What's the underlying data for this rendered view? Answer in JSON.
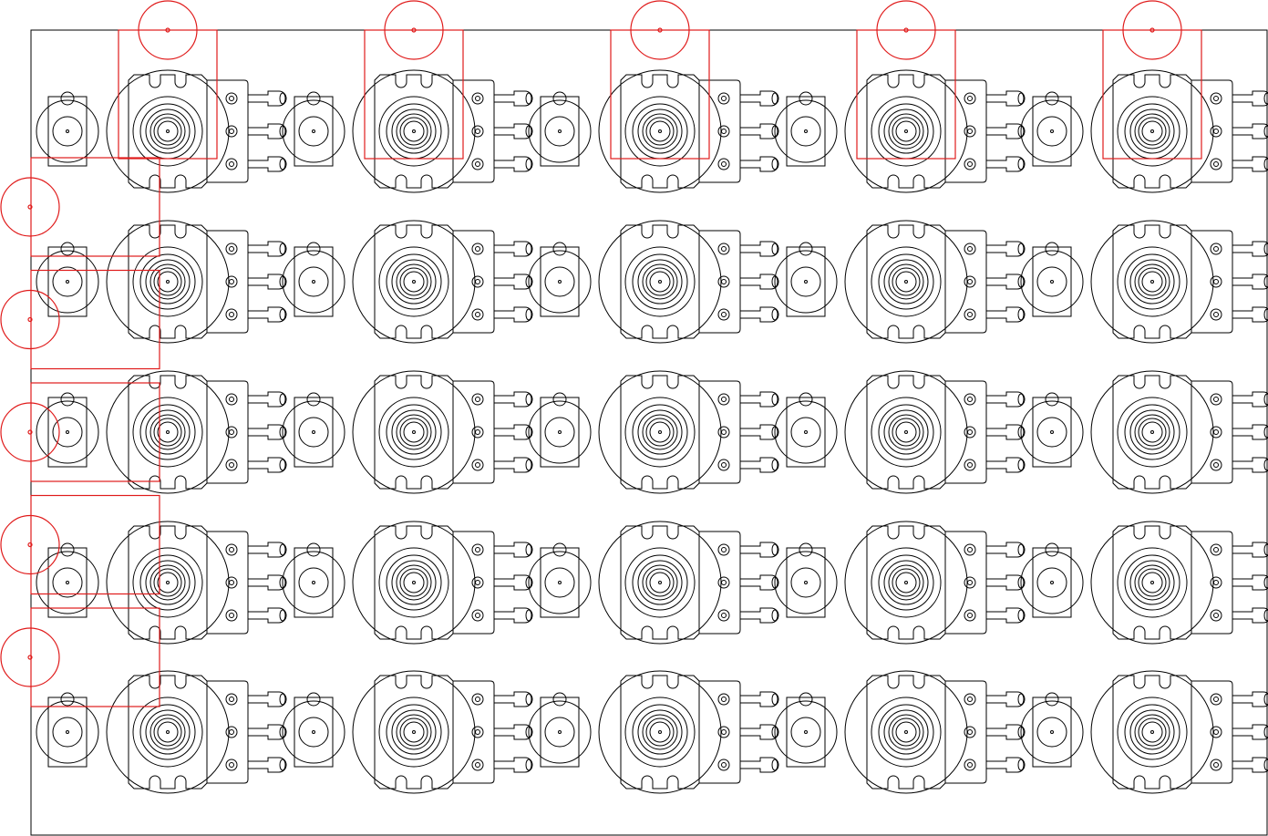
{
  "drawing": {
    "grid": {
      "rows": 5,
      "columns": 5
    },
    "colors": {
      "background": "#ffffff",
      "outline": "#000000",
      "marker": "#e01b1b"
    },
    "red_markers": {
      "top_row_column_indices": [
        0,
        1,
        2,
        3,
        4
      ],
      "left_column_row_indices": [
        0,
        1,
        2,
        3,
        4
      ]
    }
  }
}
